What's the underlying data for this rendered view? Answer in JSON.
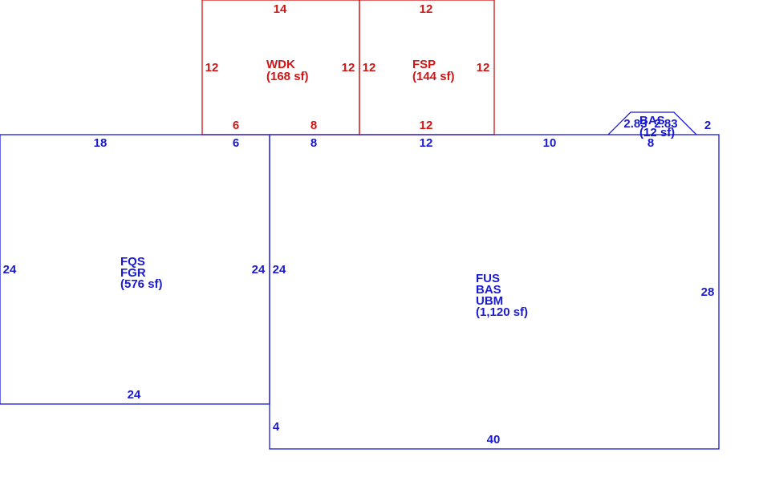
{
  "colors": {
    "red": "#d01515",
    "blue": "#1a1ad0"
  },
  "areas": {
    "wdk": {
      "lines": [
        "WDK",
        "(168 sf)"
      ],
      "color": "red"
    },
    "fsp": {
      "lines": [
        "FSP",
        "(144 sf)"
      ],
      "color": "red"
    },
    "garage": {
      "lines": [
        "FQS",
        "FGR",
        "(576 sf)"
      ],
      "color": "blue"
    },
    "main": {
      "lines": [
        "FUS",
        "BAS",
        "UBM",
        "(1,120 sf)"
      ],
      "color": "blue"
    },
    "bay": {
      "lines": [
        "BAS",
        "(12 sf)"
      ],
      "color": "blue"
    }
  },
  "dimensions": {
    "wdk_top": "14",
    "wdk_left": "12",
    "wdk_right": "12",
    "wdk_bottom_left": "6",
    "wdk_bottom_right": "8",
    "fsp_top": "12",
    "fsp_left": "12",
    "fsp_right": "12",
    "fsp_bottom": "12",
    "garage_top_left": "18",
    "garage_top_right": "6",
    "garage_left": "24",
    "garage_right": "24",
    "garage_bottom": "24",
    "main_top_1": "8",
    "main_top_2": "12",
    "main_top_3": "10",
    "main_left": "24",
    "main_left_jog": "4",
    "main_right": "28",
    "main_bottom": "40",
    "bay_left": "2.83",
    "bay_right": "2.83",
    "bay_bottom": "8",
    "bay_side": "2"
  }
}
